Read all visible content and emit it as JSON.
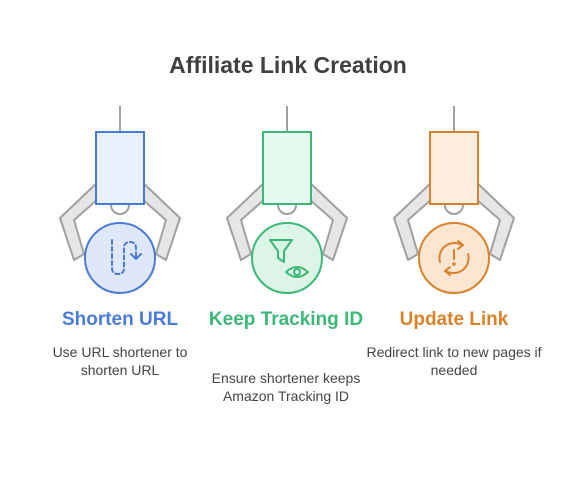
{
  "title": "Affiliate Link Creation",
  "colors": {
    "blue": "#4a7bd9",
    "green": "#3cb878",
    "orange": "#d9822b",
    "arm": "#a0a0a0"
  },
  "steps": [
    {
      "title": "Shorten URL",
      "description": "Use URL shortener to shorten URL",
      "icon": "shorten-path-icon",
      "color": "#4a7bd9",
      "fill": "#eaf0fd",
      "circle_fill": "#dfe8fb"
    },
    {
      "title": "Keep Tracking ID",
      "description": "Ensure shortener keeps Amazon Tracking ID",
      "icon": "filter-eye-icon",
      "color": "#3cb878",
      "fill": "#e6f9ee",
      "circle_fill": "#dcf5e6"
    },
    {
      "title": "Update Link",
      "description": "Redirect link to new pages if needed",
      "icon": "refresh-alert-icon",
      "color": "#d9822b",
      "fill": "#fdeee0",
      "circle_fill": "#fbe6d2"
    }
  ]
}
